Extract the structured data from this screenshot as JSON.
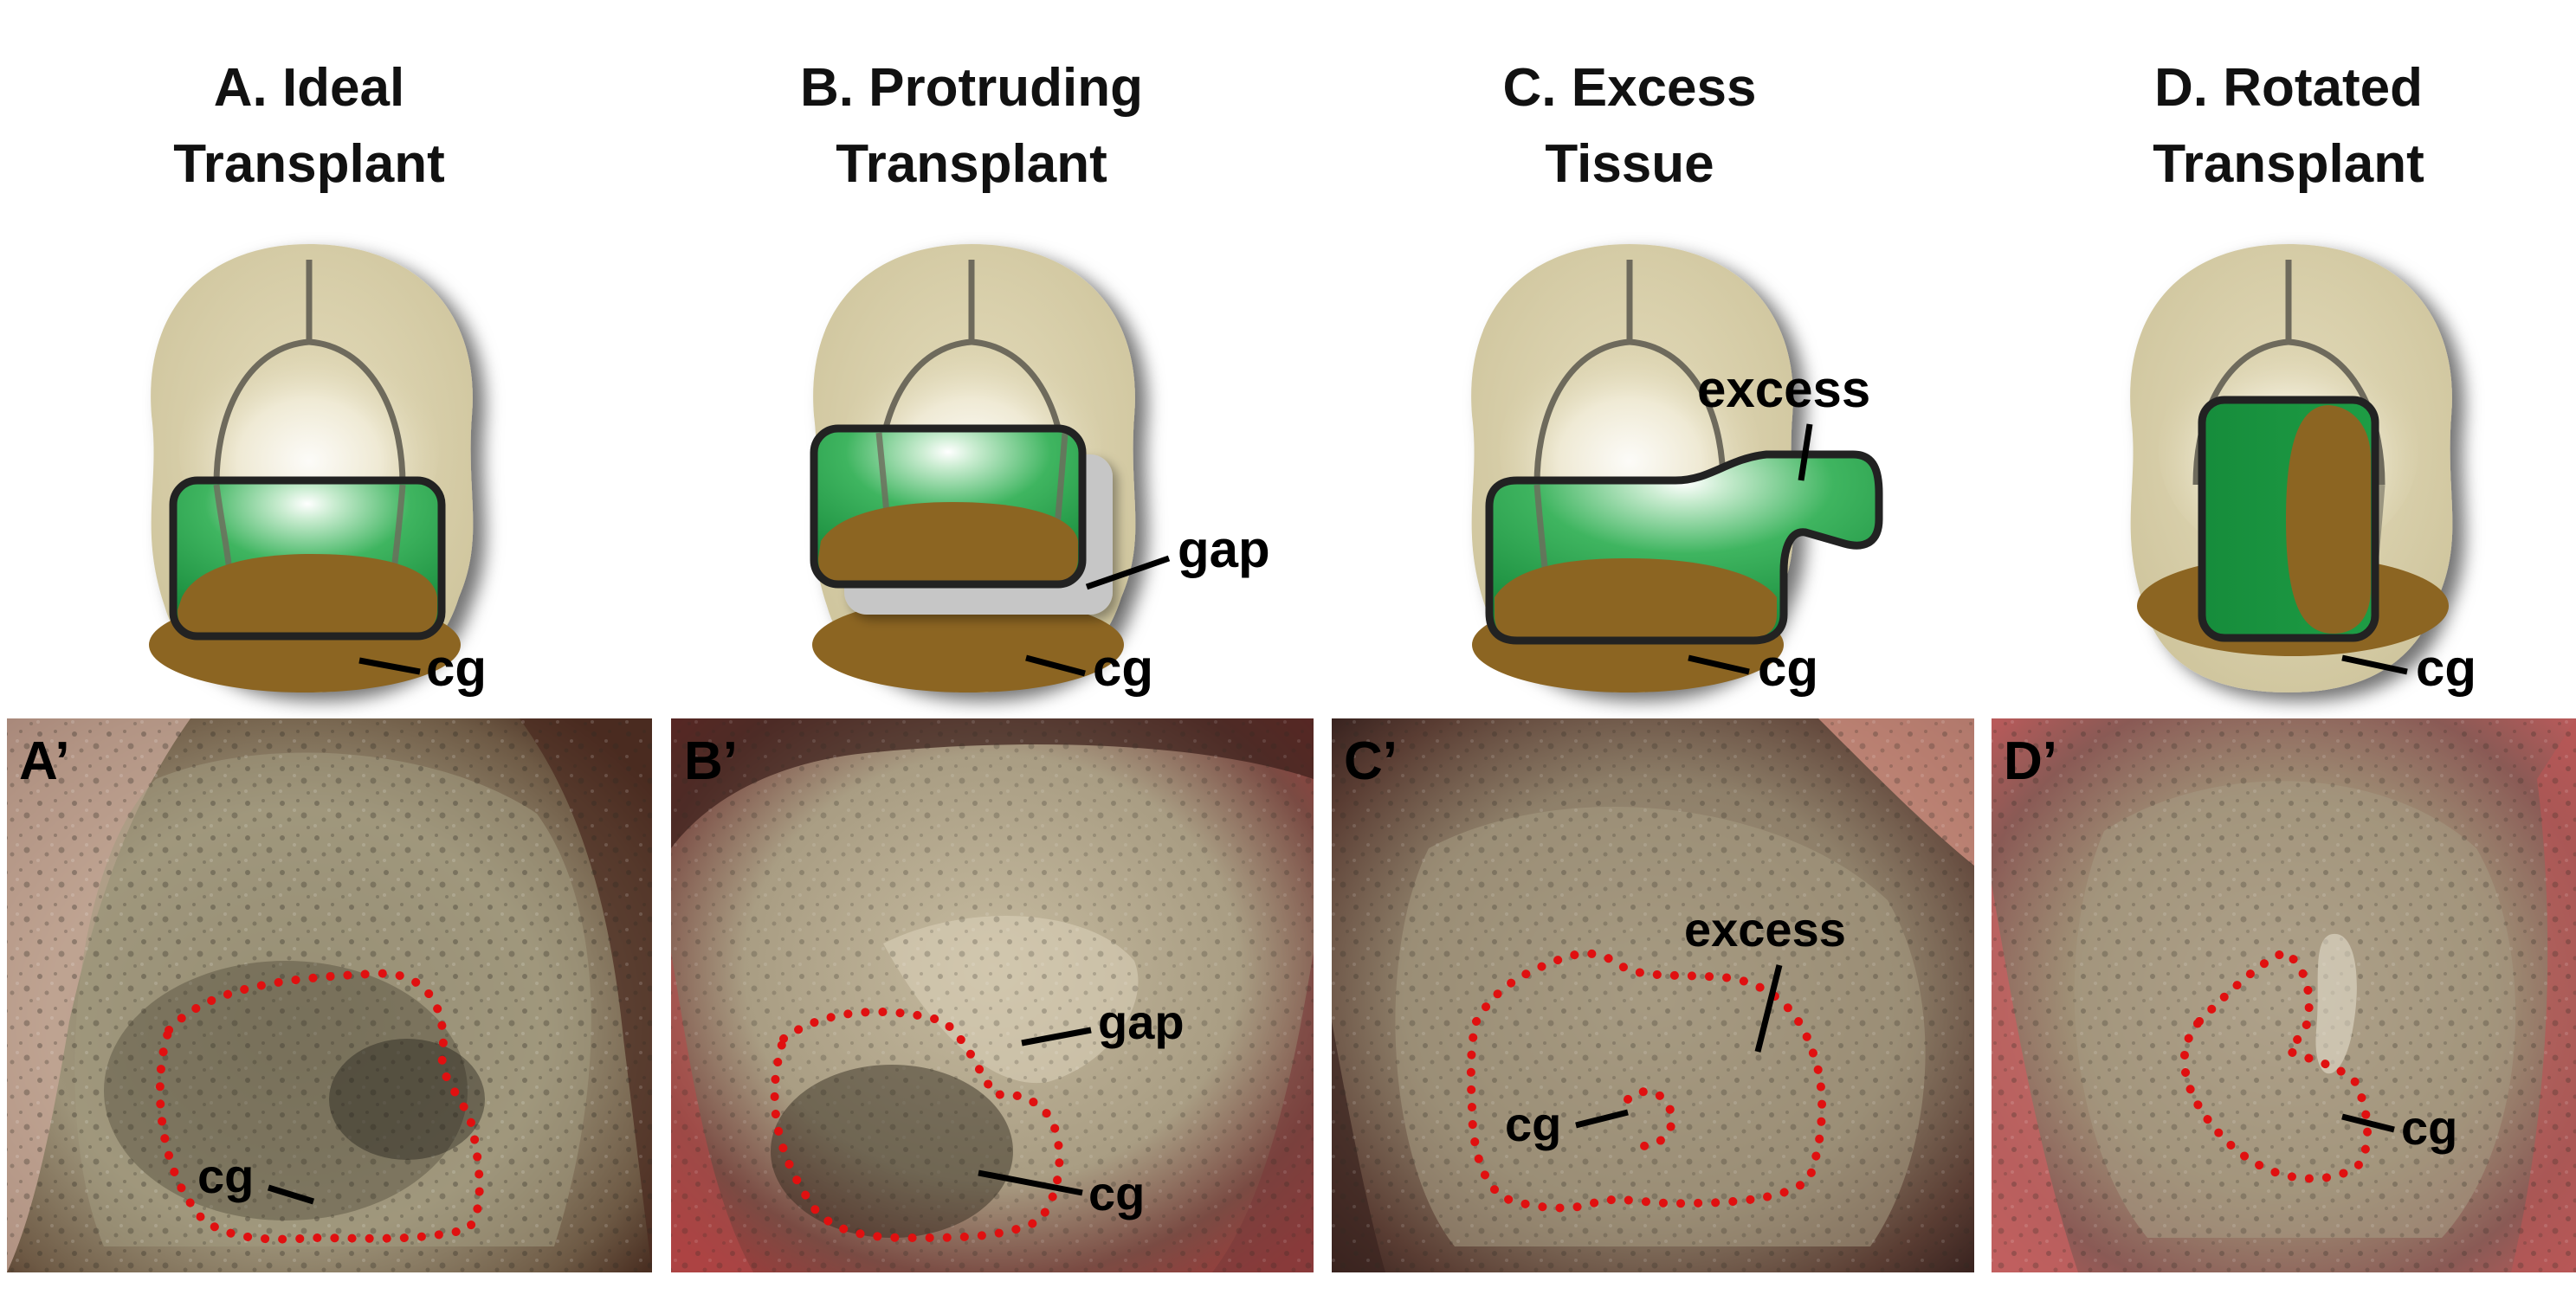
{
  "panels": [
    {
      "id": "A",
      "title_line1": "A. Ideal",
      "title_line2": "Transplant",
      "cg_label": "cg",
      "photo_label": "A’",
      "photo_cg_label": "cg"
    },
    {
      "id": "B",
      "title_line1": "B. Protruding",
      "title_line2": "Transplant",
      "cg_label": "cg",
      "gap_label": "gap",
      "photo_label": "B’",
      "photo_cg_label": "cg",
      "photo_gap_label": "gap"
    },
    {
      "id": "C",
      "title_line1": "C. Excess",
      "title_line2": "Tissue",
      "cg_label": "cg",
      "excess_label": "excess",
      "photo_label": "C’",
      "photo_cg_label": "cg",
      "photo_excess_label": "excess"
    },
    {
      "id": "D",
      "title_line1": "D. Rotated",
      "title_line2": "Transplant",
      "cg_label": "cg",
      "photo_label": "D’",
      "photo_cg_label": "cg"
    }
  ],
  "colors": {
    "embryo_fill": "#d8cfa8",
    "cement_gland": "#8c6522",
    "transplant_green": "#1f9a45",
    "gap_gray": "#c8c8c8",
    "outline_dots": "#e01010"
  }
}
